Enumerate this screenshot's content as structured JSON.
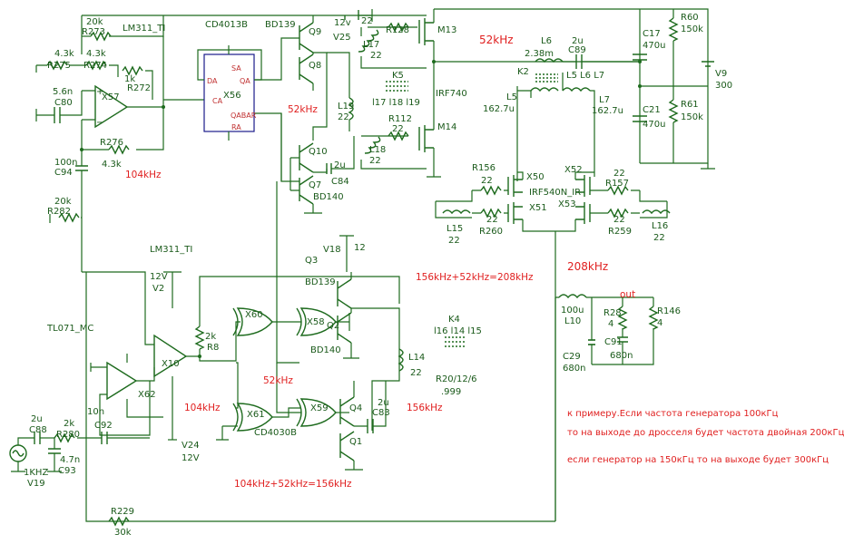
{
  "labels": {
    "r273": "R273",
    "r273v": "20k",
    "lm311_top": "LM311_TI",
    "r275": "R275",
    "r275v": "4.3k",
    "r274": "R274",
    "r274v": "4.3k",
    "r272": "R272",
    "r272v": "1k",
    "x57": "X57",
    "c80": "C80",
    "c80v": "5.6n",
    "r276": "R276",
    "r276v": "4.3k",
    "c94": "C94",
    "c94v": "100n",
    "r282": "R282",
    "r282v": "20k",
    "cd4013": "CD4013B",
    "x56": "X56",
    "sa": "SA",
    "da": "DA",
    "qa": "QA",
    "ca": "CA",
    "qabar": "QABAR",
    "ra": "RA",
    "bd139_top": "BD139",
    "q9": "Q9",
    "q8": "Q8",
    "v25": "V25",
    "v25v": "12v",
    "l17": "L17",
    "l17v": "22",
    "r128": "R128",
    "r128v": "22",
    "m13": "M13",
    "k5": "K5",
    "k5_coils": "l17 l18 l19",
    "irf740": "IRF740",
    "l19": "L19",
    "l19v": "22",
    "r112": "R112",
    "r112v": "22",
    "m14": "M14",
    "l18": "L18",
    "l18v": "22",
    "q10": "Q10",
    "q7": "Q7",
    "c84": "C84",
    "c84v": "2u",
    "bd140_top": "BD140",
    "f52_top": "52kHz",
    "f52_mid": "52kHz",
    "f104_top": "104kHz",
    "l6": "L6",
    "l6v": "2.38m",
    "c89": "C89",
    "c89v": "2u",
    "k2": "K2",
    "k2_coils": "L5 L6 L7",
    "c17": "C17",
    "c17v": "470u",
    "r60": "R60",
    "r60v": "150k",
    "v9": "V9",
    "v9v": "300",
    "c21": "C21",
    "c21v": "470u",
    "r61": "R61",
    "r61v": "150k",
    "l5": "L5",
    "l5v": "162.7u",
    "l7": "L7",
    "l7v": "162.7u",
    "r156": "R156",
    "r156v": "22",
    "x50": "X50",
    "x52": "X52",
    "r157": "R157",
    "r157v": "22",
    "irf540": "IRF540N_IR",
    "x51": "X51",
    "x53": "X53",
    "r260": "R260",
    "r260v": "22",
    "r259": "R259",
    "r259v": "22",
    "l15": "L15",
    "l15v": "22",
    "l16": "L16",
    "l16v": "22",
    "f208": "208kHz",
    "lm311_mid": "LM311_TI",
    "v2": "V2",
    "v2v": "12V",
    "tl071": "TL071_MC",
    "r8": "R8",
    "r8v": "2k",
    "x10": "X10",
    "x62": "X62",
    "x60": "X60",
    "x58": "X58",
    "q3": "Q3",
    "v18": "V18",
    "v18v": "12",
    "bd139_mid": "BD139",
    "q2": "Q2",
    "bd140_mid": "BD140",
    "k4": "K4",
    "k4_coils": "l16 l14 l15",
    "l14": "L14",
    "l14v": "22",
    "r20": "R20/12/6",
    "r20v": ".999",
    "f52_low": "52kHz",
    "f104_low": "104kHz",
    "x61": "X61",
    "x59": "X59",
    "q4": "Q4",
    "q1": "Q1",
    "c83": "C83",
    "c83v": "2u",
    "f156_low": "156kHz",
    "cd4030": "CD4030B",
    "c88": "C88",
    "c88v": "2u",
    "r280": "R280",
    "r280v": "2k",
    "c92": "C92",
    "c92v": "10n",
    "c93": "C93",
    "c93v": "4.7n",
    "v19": "V19",
    "v19v": "1KHZ",
    "v24": "V24",
    "v24v": "12V",
    "sum_156": "156kHz+52kHz=208kHz",
    "sum_104": "104kHz+52kHz=156kHz",
    "r229": "R229",
    "r229v": "30k",
    "l10": "L10",
    "l10v": "100u",
    "out": "out",
    "r28": "R28",
    "r28v": "4",
    "r146": "R146",
    "r146v": "4",
    "c29": "C29",
    "c29v": "680n",
    "c91": "C91",
    "c91v": "680n"
  },
  "notes": [
    "к примеру.Если частота генератора 100кГц",
    "то на выходе до дросселя будет частота двойная 200кГц",
    "если генератор на 150кГц то на выходе будет 300кГц"
  ],
  "colors": {
    "wire": "#1e6b1e",
    "chip": "#1a1a8a",
    "annotation": "#e02020",
    "background": "#ffffff"
  }
}
